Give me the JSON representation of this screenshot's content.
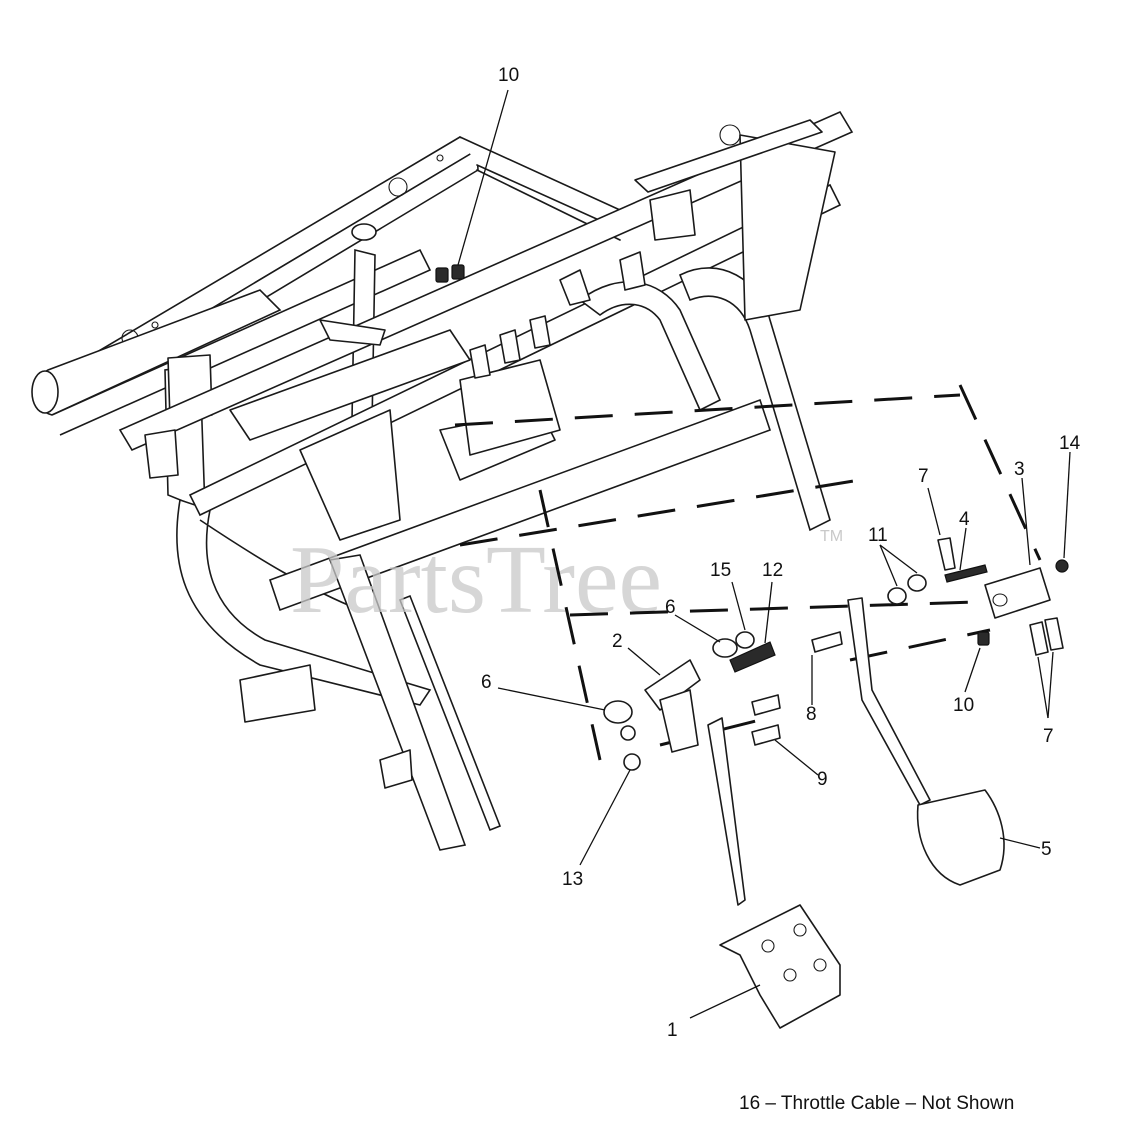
{
  "watermark": {
    "text": "PartsTree",
    "trademark": "TM"
  },
  "callouts": [
    {
      "id": "c-10-top",
      "label": "10"
    },
    {
      "id": "c-7-top",
      "label": "7"
    },
    {
      "id": "c-4",
      "label": "4"
    },
    {
      "id": "c-3",
      "label": "3"
    },
    {
      "id": "c-14",
      "label": "14"
    },
    {
      "id": "c-11",
      "label": "11"
    },
    {
      "id": "c-15",
      "label": "15"
    },
    {
      "id": "c-12",
      "label": "12"
    },
    {
      "id": "c-6-upper",
      "label": "6"
    },
    {
      "id": "c-2",
      "label": "2"
    },
    {
      "id": "c-6-left",
      "label": "6"
    },
    {
      "id": "c-8",
      "label": "8"
    },
    {
      "id": "c-10-right",
      "label": "10"
    },
    {
      "id": "c-7-right",
      "label": "7"
    },
    {
      "id": "c-9",
      "label": "9"
    },
    {
      "id": "c-13",
      "label": "13"
    },
    {
      "id": "c-5",
      "label": "5"
    },
    {
      "id": "c-1",
      "label": "1"
    }
  ],
  "footnote": "16 – Throttle Cable – Not Shown"
}
